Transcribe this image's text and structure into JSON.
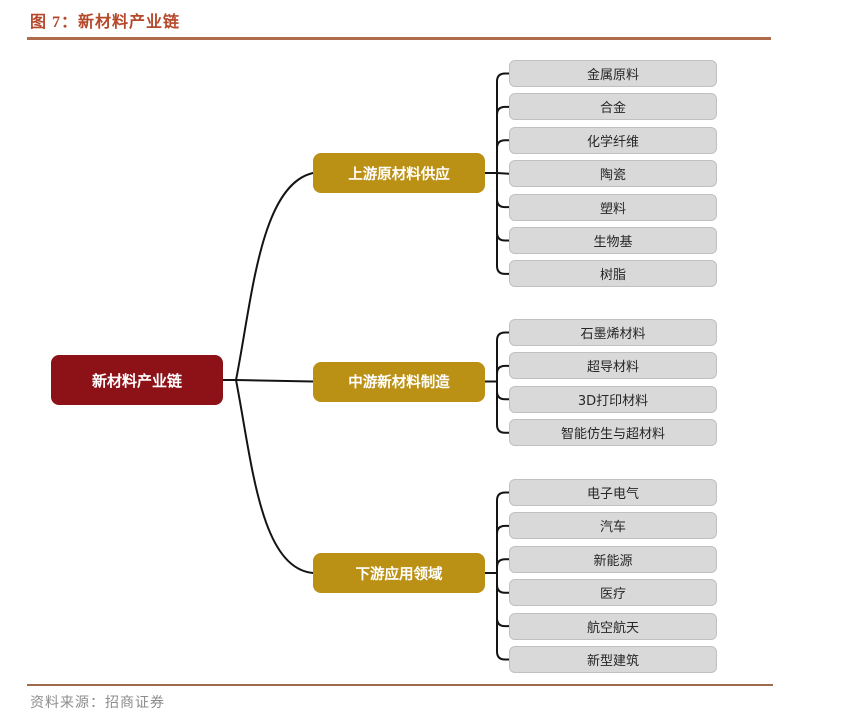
{
  "header": {
    "title": "图 7：新材料产业链"
  },
  "footer": {
    "source": "资料来源：招商证券"
  },
  "colors": {
    "accent_title": "#b5492c",
    "header_rule": "#b06a4c",
    "footer_rule": "#a06a4e",
    "root_bg": "#8d1217",
    "branch_bg": "#ba9015",
    "leaf_bg": "#d9d9d9",
    "leaf_border": "#c0c0c0",
    "leaf_text": "#262626",
    "connector": "#141414",
    "source_text": "#8c8c8c"
  },
  "tree": {
    "root": {
      "label": "新材料产业链"
    },
    "branches": [
      {
        "label": "上游原材料供应",
        "leaves": [
          "金属原料",
          "合金",
          "化学纤维",
          "陶瓷",
          "塑料",
          "生物基",
          "树脂"
        ]
      },
      {
        "label": "中游新材料制造",
        "leaves": [
          "石墨烯材料",
          "超导材料",
          "3D打印材料",
          "智能仿生与超材料"
        ]
      },
      {
        "label": "下游应用领域",
        "leaves": [
          "电子电气",
          "汽车",
          "新能源",
          "医疗",
          "航空航天",
          "新型建筑"
        ]
      }
    ]
  }
}
